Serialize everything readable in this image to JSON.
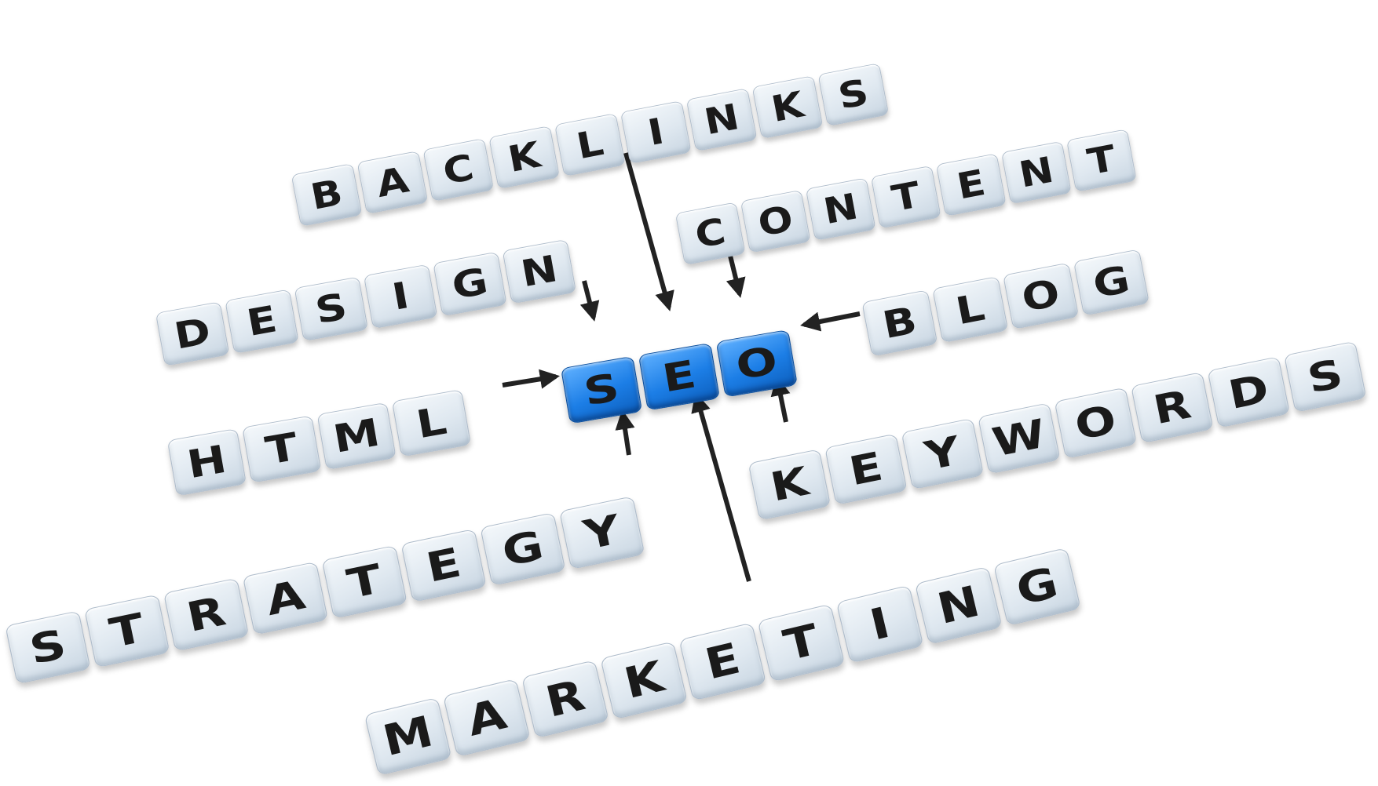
{
  "words": [
    {
      "id": "backlinks",
      "text": "BACKLINKS",
      "highlight": false
    },
    {
      "id": "content",
      "text": "CONTENT",
      "highlight": false
    },
    {
      "id": "design",
      "text": "DESIGN",
      "highlight": false
    },
    {
      "id": "blog",
      "text": "BLOG",
      "highlight": false
    },
    {
      "id": "seo",
      "text": "SEO",
      "highlight": true
    },
    {
      "id": "html",
      "text": "HTML",
      "highlight": false
    },
    {
      "id": "keywords",
      "text": "KEYWORDS",
      "highlight": false
    },
    {
      "id": "strategy",
      "text": "STRATEGY",
      "highlight": false
    },
    {
      "id": "marketing",
      "text": "MARKETING",
      "highlight": false
    }
  ],
  "colors": {
    "tile_face": "#dfe8f0",
    "tile_border": "#aebccb",
    "highlight_tile": "#1c7ee6",
    "letter": "#1a1a1a",
    "arrow": "#222222",
    "background": "#ffffff"
  },
  "arrow_count": 8
}
